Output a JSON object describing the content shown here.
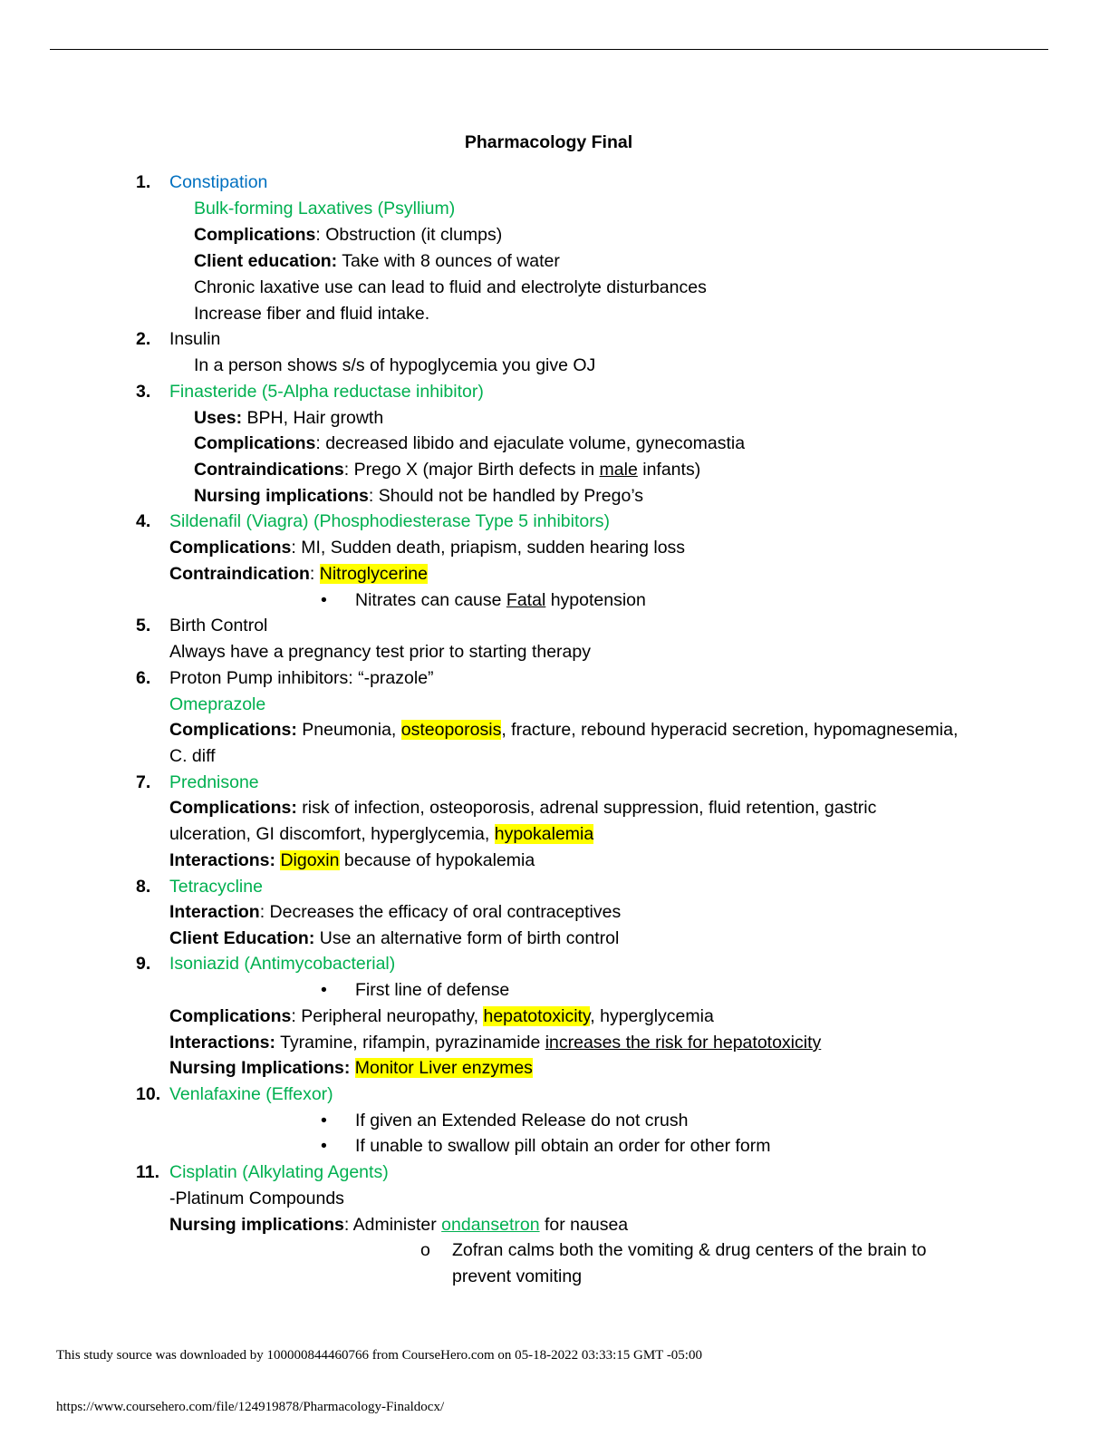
{
  "title": "Pharmacology Final",
  "items": {
    "n1": "1.",
    "n2": "2.",
    "n3": "3.",
    "n4": "4.",
    "n5": "5.",
    "n6": "6.",
    "n7": "7.",
    "n8": "8.",
    "n9": "9.",
    "n10": "10.",
    "n11": "11."
  },
  "text": {
    "constipation": "Constipation",
    "bulk": "Bulk-forming Laxatives (Psyllium)",
    "complications": "Complications",
    "obstruction": ": Obstruction (it clumps)",
    "client_education": "Client education:",
    "take_water": " Take with 8 ounces of water",
    "chronic": "Chronic laxative use can lead to fluid and electrolyte disturbances",
    "fiber": "Increase fiber and fluid intake.",
    "insulin": "Insulin",
    "hypoglycemia": "In a person shows s/s of hypoglycemia you give OJ",
    "finasteride": "Finasteride (5-Alpha reductase inhibitor)",
    "uses": "Uses:",
    "uses_val": " BPH, Hair growth",
    "fin_comp": ": decreased libido and ejaculate volume, gynecomastia",
    "contraindications": "Contraindications",
    "fin_contra_a": ": Prego X (major Birth defects in ",
    "male": "male",
    "fin_contra_b": " infants)",
    "nursing_implications": "Nursing implications",
    "fin_nurse": ": Should not be handled by Prego’s",
    "sildenafil": "Sildenafil (Viagra) (Phosphodiesterase Type 5 inhibitors)",
    "sil_comp": ": MI, Sudden death, priapism, sudden hearing loss",
    "contraindication": "Contraindication",
    "colon": ": ",
    "nitroglycerine": "Nitroglycerine",
    "nitrates_a": "Nitrates can cause ",
    "fatal": "Fatal",
    "nitrates_b": " hypotension",
    "birth_control": "Birth Control",
    "pregnancy_test": "Always have a pregnancy test prior to starting therapy",
    "ppi": "Proton Pump inhibitors: “-prazole”",
    "omeprazole": "Omeprazole",
    "complications_colon": "Complications:",
    "ome_a": " Pneumonia, ",
    "osteoporosis": "osteoporosis",
    "ome_b": ", fracture, rebound hyperacid secretion, hypomagnesemia,",
    "cdiff": "C. diff",
    "prednisone": "Prednisone",
    "pred_comp": " risk of infection, osteoporosis, adrenal suppression, fluid retention, gastric",
    "pred_comp2": "ulceration, GI discomfort, hyperglycemia, ",
    "hypokalemia": "hypokalemia",
    "interactions_colon": "Interactions:",
    "digoxin": "Digoxin",
    "digoxin_b": " because of hypokalemia",
    "tetracycline": "Tetracycline",
    "interaction": "Interaction",
    "tet_int": ": Decreases the efficacy of oral contraceptives",
    "client_education_cap": "Client Education:",
    "tet_edu": " Use an alternative form of birth control",
    "isoniazid": "Isoniazid (Antimycobacterial)",
    "first_line": "First line of defense",
    "iso_comp_a": ": Peripheral neuropathy, ",
    "hepatotoxicity": "hepatotoxicity",
    "iso_comp_b": ", hyperglycemia",
    "iso_int_a": " Tyramine, rifampin, pyrazinamide ",
    "iso_int_u": "increases the risk for hepatotoxicity",
    "nursing_implications_cap": "Nursing Implications:",
    "monitor": "Monitor Liver enzymes",
    "venlafaxine": "Venlafaxine (Effexor)",
    "ven1": "If given an Extended Release do not crush",
    "ven2": "If unable to swallow pill obtain an order for other form",
    "cisplatin": "Cisplatin (Alkylating Agents)",
    "platinum": "-Platinum Compounds",
    "cis_nurse_a": ": Administer ",
    "ondansetron": "ondansetron",
    "cis_nurse_b": " for nausea",
    "zofran1": "Zofran calms both the vomiting & drug centers of the brain to",
    "zofran2": "prevent vomiting",
    "bullet": "•",
    "obullet": "o"
  },
  "footer": {
    "source": "This study source was downloaded by 100000844460766 from CourseHero.com on 05-18-2022 03:33:15 GMT -05:00",
    "url": "https://www.coursehero.com/file/124919878/Pharmacology-Finaldocx/"
  }
}
